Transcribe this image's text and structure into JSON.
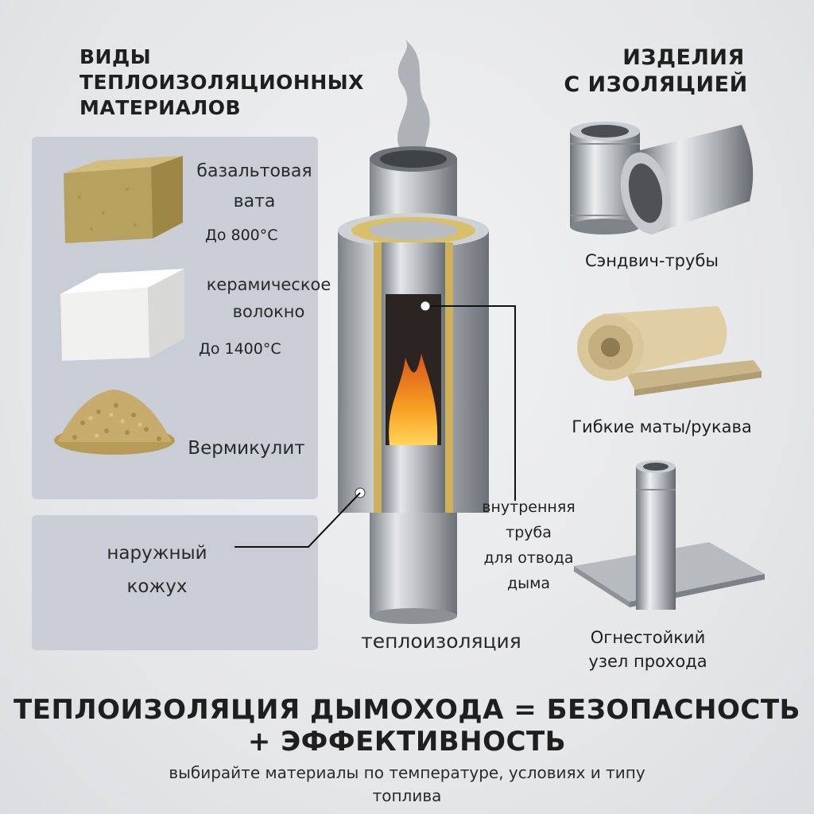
{
  "left_heading": [
    "ВИДЫ",
    "ТЕПЛОИЗОЛЯЦИОННЫХ",
    "МАТЕРИАЛОВ"
  ],
  "right_heading": [
    "ИЗДЕЛИЯ",
    "С ИЗОЛЯЦИЕЙ"
  ],
  "materials": [
    {
      "name": [
        "базальтовая",
        "вата"
      ],
      "temp": "До 800°C",
      "icon": "basalt-wool-block-icon",
      "color": "#b7a15e"
    },
    {
      "name": [
        "керамическое",
        "волокно"
      ],
      "temp": "До 1400°C",
      "icon": "ceramic-fiber-block-icon",
      "color": "#f2f2f0"
    },
    {
      "name": [
        "Вермикулит"
      ],
      "temp": "",
      "icon": "vermiculite-pile-icon",
      "color": "#c6ab6d"
    }
  ],
  "outer_casing": [
    "наружный",
    "кожух"
  ],
  "inner_pipe": [
    "внутренняя",
    "труба",
    "для отвода",
    "дыма"
  ],
  "insulation_label": "теплоизоляция",
  "products": [
    {
      "label": [
        "Сэндвич-трубы"
      ],
      "icon": "sandwich-pipes-icon"
    },
    {
      "label": [
        "Гибкие маты/рукава"
      ],
      "icon": "flexible-mat-roll-icon"
    },
    {
      "label": [
        "Огнестойкий",
        "узел прохода"
      ],
      "icon": "fireproof-pass-through-icon"
    }
  ],
  "title": [
    "ТЕПЛОИЗОЛЯЦИЯ ДЫМОХОДА = БЕЗОПАСНОСТЬ",
    "+ ЭФФЕКТИВНОСТЬ"
  ],
  "subtitle": [
    "выбирайте материалы по температуре, условиях и типу",
    "топлива"
  ],
  "colors": {
    "panel": "#c9ced6",
    "insulation": "#d8bf6a",
    "flame": "#f28c1e",
    "steel": "#a9adb3"
  }
}
